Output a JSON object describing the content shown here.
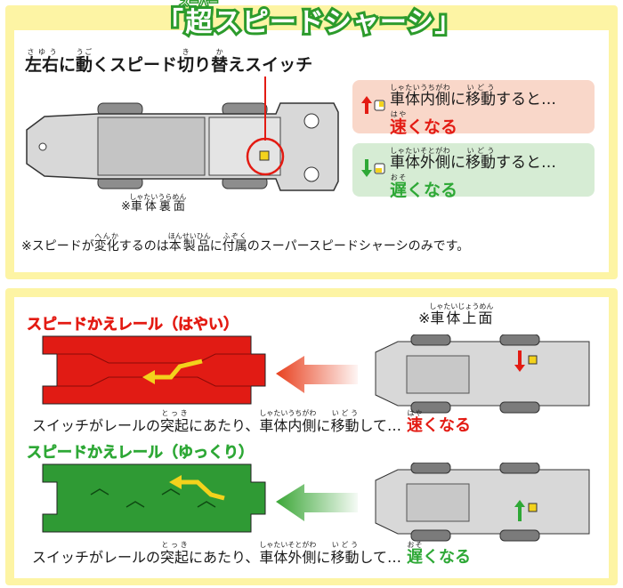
{
  "section1": {
    "title_ruby": "スーパー",
    "title_kanji": "超",
    "title_rest": "スピードシャーシ",
    "title_open": "「",
    "title_close": "」",
    "heading": {
      "parts": [
        {
          "rb": "左右",
          "rt": "さゆう"
        },
        {
          "text": "に"
        },
        {
          "rb": "動",
          "rt": "うご"
        },
        {
          "text": "くスピード"
        },
        {
          "rb": "切",
          "rt": "き"
        },
        {
          "text": "り"
        },
        {
          "rb": "替",
          "rt": "か"
        },
        {
          "text": "えスイッチ"
        }
      ]
    },
    "underside_label": {
      "prefix": "※",
      "rb": "車体裏面",
      "rt": "しゃたいうらめん"
    },
    "inner_box": {
      "rb1": "車体内側",
      "rt1": "しゃたいうちがわ",
      "mid": "に",
      "rb2": "移動",
      "rt2": "いどう",
      "tail": "すると…",
      "result_rb": "速",
      "result_rt": "はや",
      "result_tail": "くなる"
    },
    "outer_box": {
      "rb1": "車体外側",
      "rt1": "しゃたいそとがわ",
      "mid": "に",
      "rb2": "移動",
      "rt2": "いどう",
      "tail": "すると…",
      "result_rb": "遅",
      "result_rt": "おそ",
      "result_tail": "くなる"
    },
    "note": {
      "a": "※スピードが",
      "rb1": "変化",
      "rt1": "へんか",
      "b": "するのは",
      "rb2": "本製品",
      "rt2": "ほんせいひん",
      "c": "に",
      "rb3": "付属",
      "rt3": "ふぞく",
      "d": "のスーパースピードシャーシのみです。"
    }
  },
  "section2": {
    "top_label": {
      "prefix": "※",
      "rb": "車体上面",
      "rt": "しゃたいじょうめん"
    },
    "fast_rail": {
      "title": "スピードかえレール（はやい）",
      "s1": "スイッチがレールの",
      "rb1": "突起",
      "rt1": "とっき",
      "s2": "にあたり、",
      "rb2": "車体内側",
      "rt2": "しゃたいうちがわ",
      "s3": "に",
      "rb3": "移動",
      "rt3": "いどう",
      "s4": "して…",
      "result_rb": "速",
      "result_rt": "はや",
      "result_tail": "くなる"
    },
    "slow_rail": {
      "title": "スピードかえレール（ゆっくり）",
      "s1": "スイッチがレールの",
      "rb1": "突起",
      "rt1": "とっき",
      "s2": "にあたり、",
      "rb2": "車体外側",
      "rt2": "しゃたいそとがわ",
      "s3": "に",
      "rb3": "移動",
      "rt3": "いどう",
      "s4": "して…",
      "result_rb": "遅",
      "result_rt": "おそ",
      "result_tail": "くなる"
    }
  },
  "colors": {
    "fast": "#e31b13",
    "slow": "#2ea836",
    "frame": "#fdf4a4",
    "title_outline": "#2c9b2c"
  },
  "icons": [
    "arrow-up-icon",
    "arrow-down-icon",
    "switch-icon",
    "chassis-diagram",
    "rail-diagram",
    "train-top-diagram"
  ]
}
